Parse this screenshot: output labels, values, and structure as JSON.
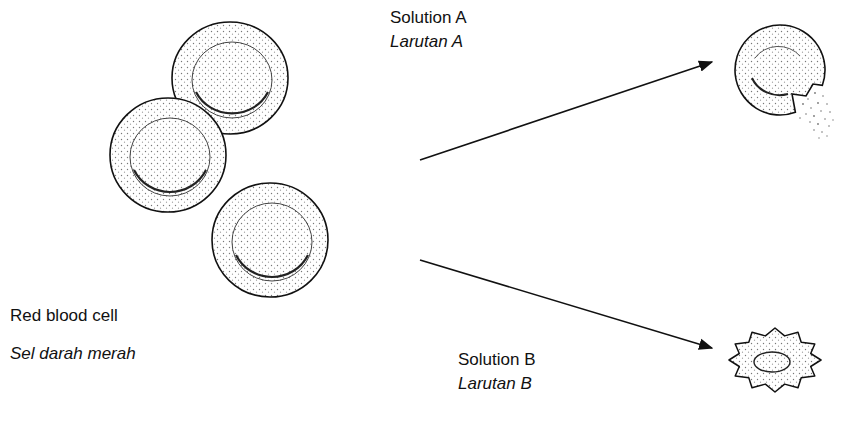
{
  "diagram": {
    "labels": [
      "Solution A",
      "Larutan A",
      "Red blood cell",
      "Sel darah merah",
      "Solution B",
      "Larutan B"
    ]
  }
}
